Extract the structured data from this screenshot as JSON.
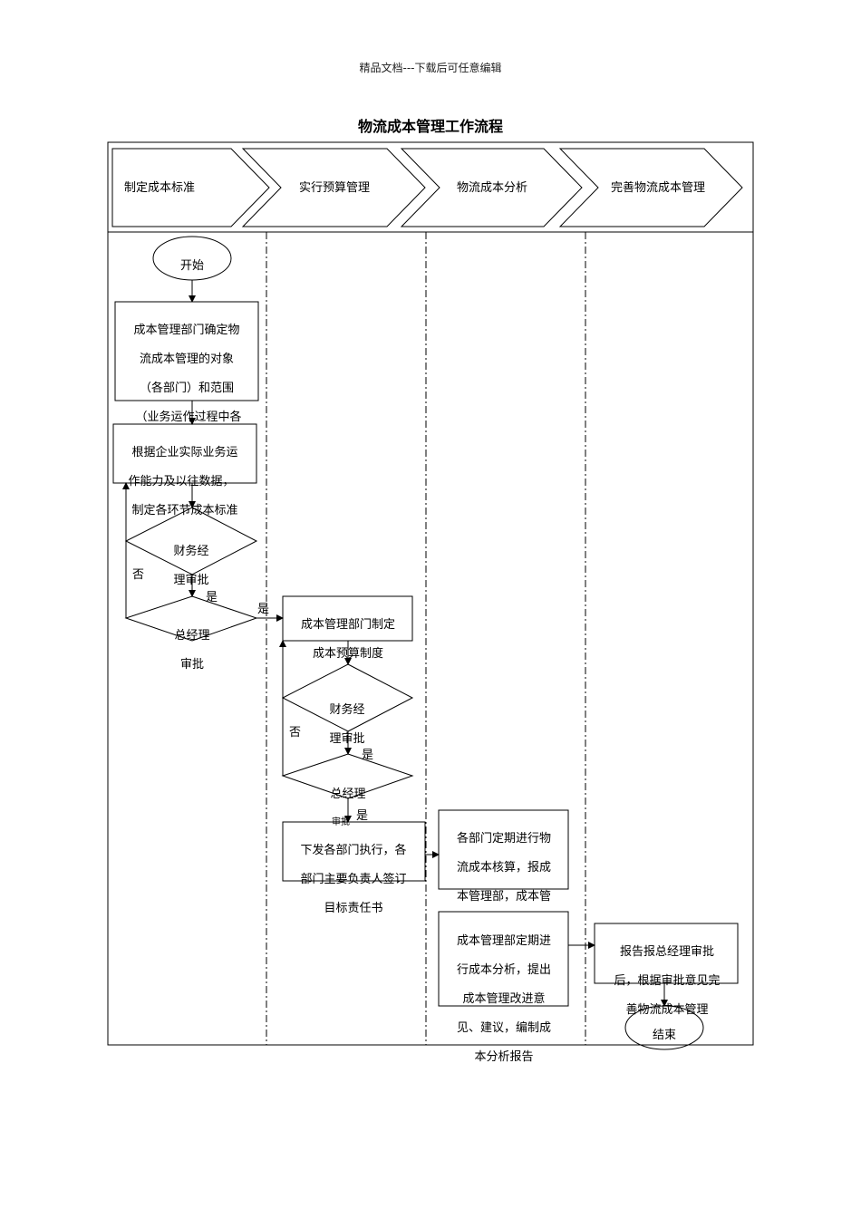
{
  "header": "精品文档---下载后可任意编辑",
  "title": "物流成本管理工作流程",
  "stages": [
    "制定成本标准",
    "实行预算管理",
    "物流成本分析",
    "完善物流成本管理"
  ],
  "nodes": {
    "start": "开始",
    "end": "结束",
    "box1": [
      "成本管理部门确定物",
      "流成本管理的对象",
      "（各部门）和范围",
      "（业务运作过程中各"
    ],
    "box2": [
      "根据企业实际业务运",
      "作能力及以往数据，",
      "制定各环节成本标准"
    ],
    "dec1": [
      "财务经",
      "理审批"
    ],
    "dec2": [
      "总经理",
      "审批"
    ],
    "box3": [
      "成本管理部门制定",
      "成本预算制度"
    ],
    "dec3": [
      "财务经",
      "理审批"
    ],
    "dec4": [
      "总经理",
      "审批"
    ],
    "box4": [
      "下发各部门执行，各",
      "部门主要负责人签订",
      "目标责任书"
    ],
    "box5": [
      "各部门定期进行物",
      "流成本核算，报成",
      "本管理部，成本管"
    ],
    "box6": [
      "成本管理部定期进",
      "行成本分析，提出",
      "成本管理改进意",
      "见、建议，编制成",
      "本分析报告"
    ],
    "box7": [
      "报告报总经理审批",
      "后，根据审批意见完",
      "善物流成本管理"
    ]
  },
  "edge_labels": {
    "yes": "是",
    "no": "否"
  }
}
